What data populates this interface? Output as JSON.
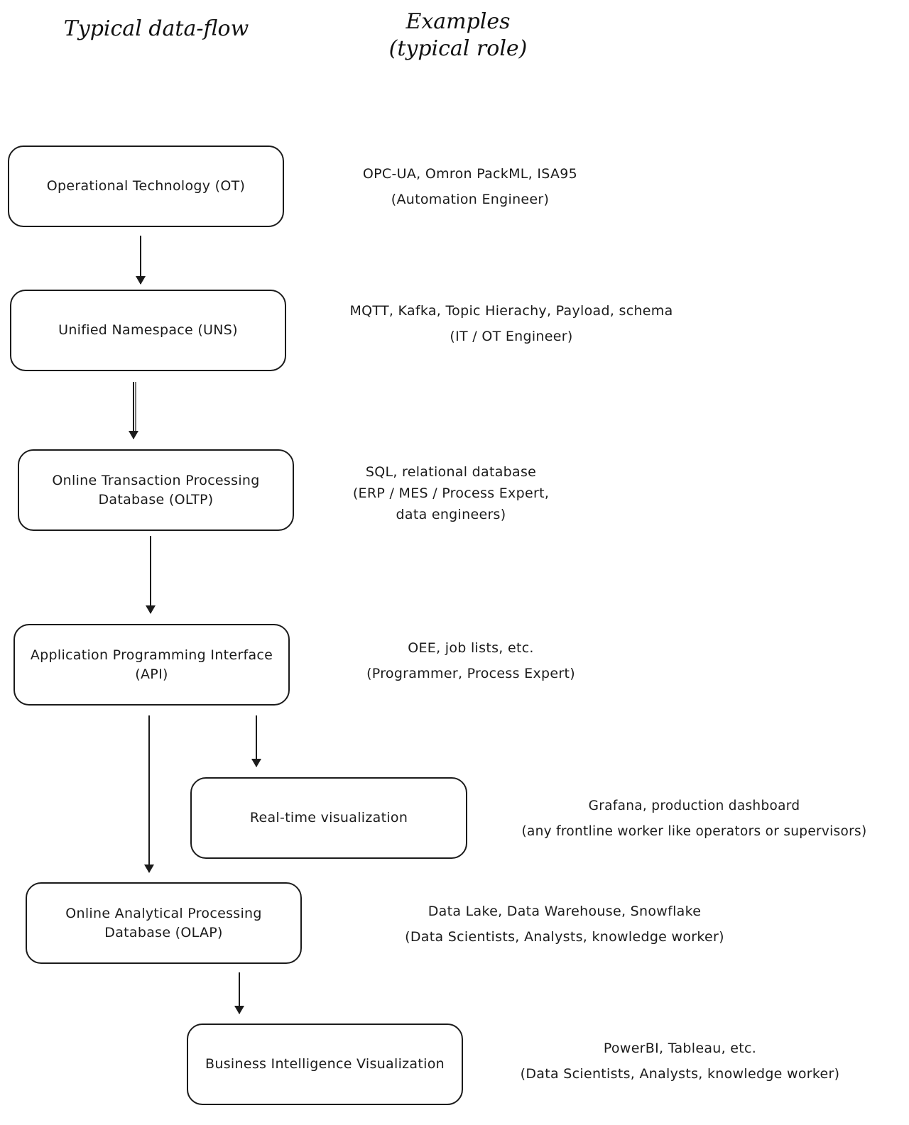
{
  "headings": {
    "flow": "Typical data-flow",
    "examples_line1": "Examples",
    "examples_line2": "(typical role)"
  },
  "nodes": [
    {
      "id": "ot",
      "lines": [
        "Operational Technology (OT)"
      ]
    },
    {
      "id": "uns",
      "lines": [
        "Unified Namespace (UNS)"
      ]
    },
    {
      "id": "oltp",
      "lines": [
        "Online Transaction Processing",
        "Database (OLTP)"
      ]
    },
    {
      "id": "api",
      "lines": [
        "Application Programming Interface",
        "(API)"
      ]
    },
    {
      "id": "realtime",
      "lines": [
        "Real-time visualization"
      ]
    },
    {
      "id": "olap",
      "lines": [
        "Online Analytical Processing",
        "Database (OLAP)"
      ]
    },
    {
      "id": "bi",
      "lines": [
        "Business Intelligence Visualization"
      ]
    }
  ],
  "examples": [
    {
      "for": "ot",
      "lines": [
        "OPC-UA, Omron PackML, ISA95",
        "(Automation Engineer)"
      ]
    },
    {
      "for": "uns",
      "lines": [
        "MQTT, Kafka, Topic Hierachy, Payload, schema",
        "(IT / OT Engineer)"
      ]
    },
    {
      "for": "oltp",
      "lines": [
        "SQL, relational database",
        "(ERP / MES / Process Expert,",
        "data engineers)"
      ]
    },
    {
      "for": "api",
      "lines": [
        "OEE, job lists, etc.",
        "(Programmer, Process Expert)"
      ]
    },
    {
      "for": "realtime",
      "lines": [
        "Grafana, production dashboard",
        "(any frontline worker like operators or supervisors)"
      ]
    },
    {
      "for": "olap",
      "lines": [
        "Data Lake, Data Warehouse, Snowflake",
        "(Data Scientists, Analysts, knowledge worker)"
      ]
    },
    {
      "for": "bi",
      "lines": [
        "PowerBI, Tableau, etc.",
        "(Data Scientists, Analysts, knowledge worker)"
      ]
    }
  ],
  "edges": [
    {
      "from": "ot",
      "to": "uns"
    },
    {
      "from": "uns",
      "to": "oltp"
    },
    {
      "from": "oltp",
      "to": "api"
    },
    {
      "from": "api",
      "to": "realtime"
    },
    {
      "from": "api",
      "to": "olap"
    },
    {
      "from": "olap",
      "to": "bi"
    }
  ]
}
